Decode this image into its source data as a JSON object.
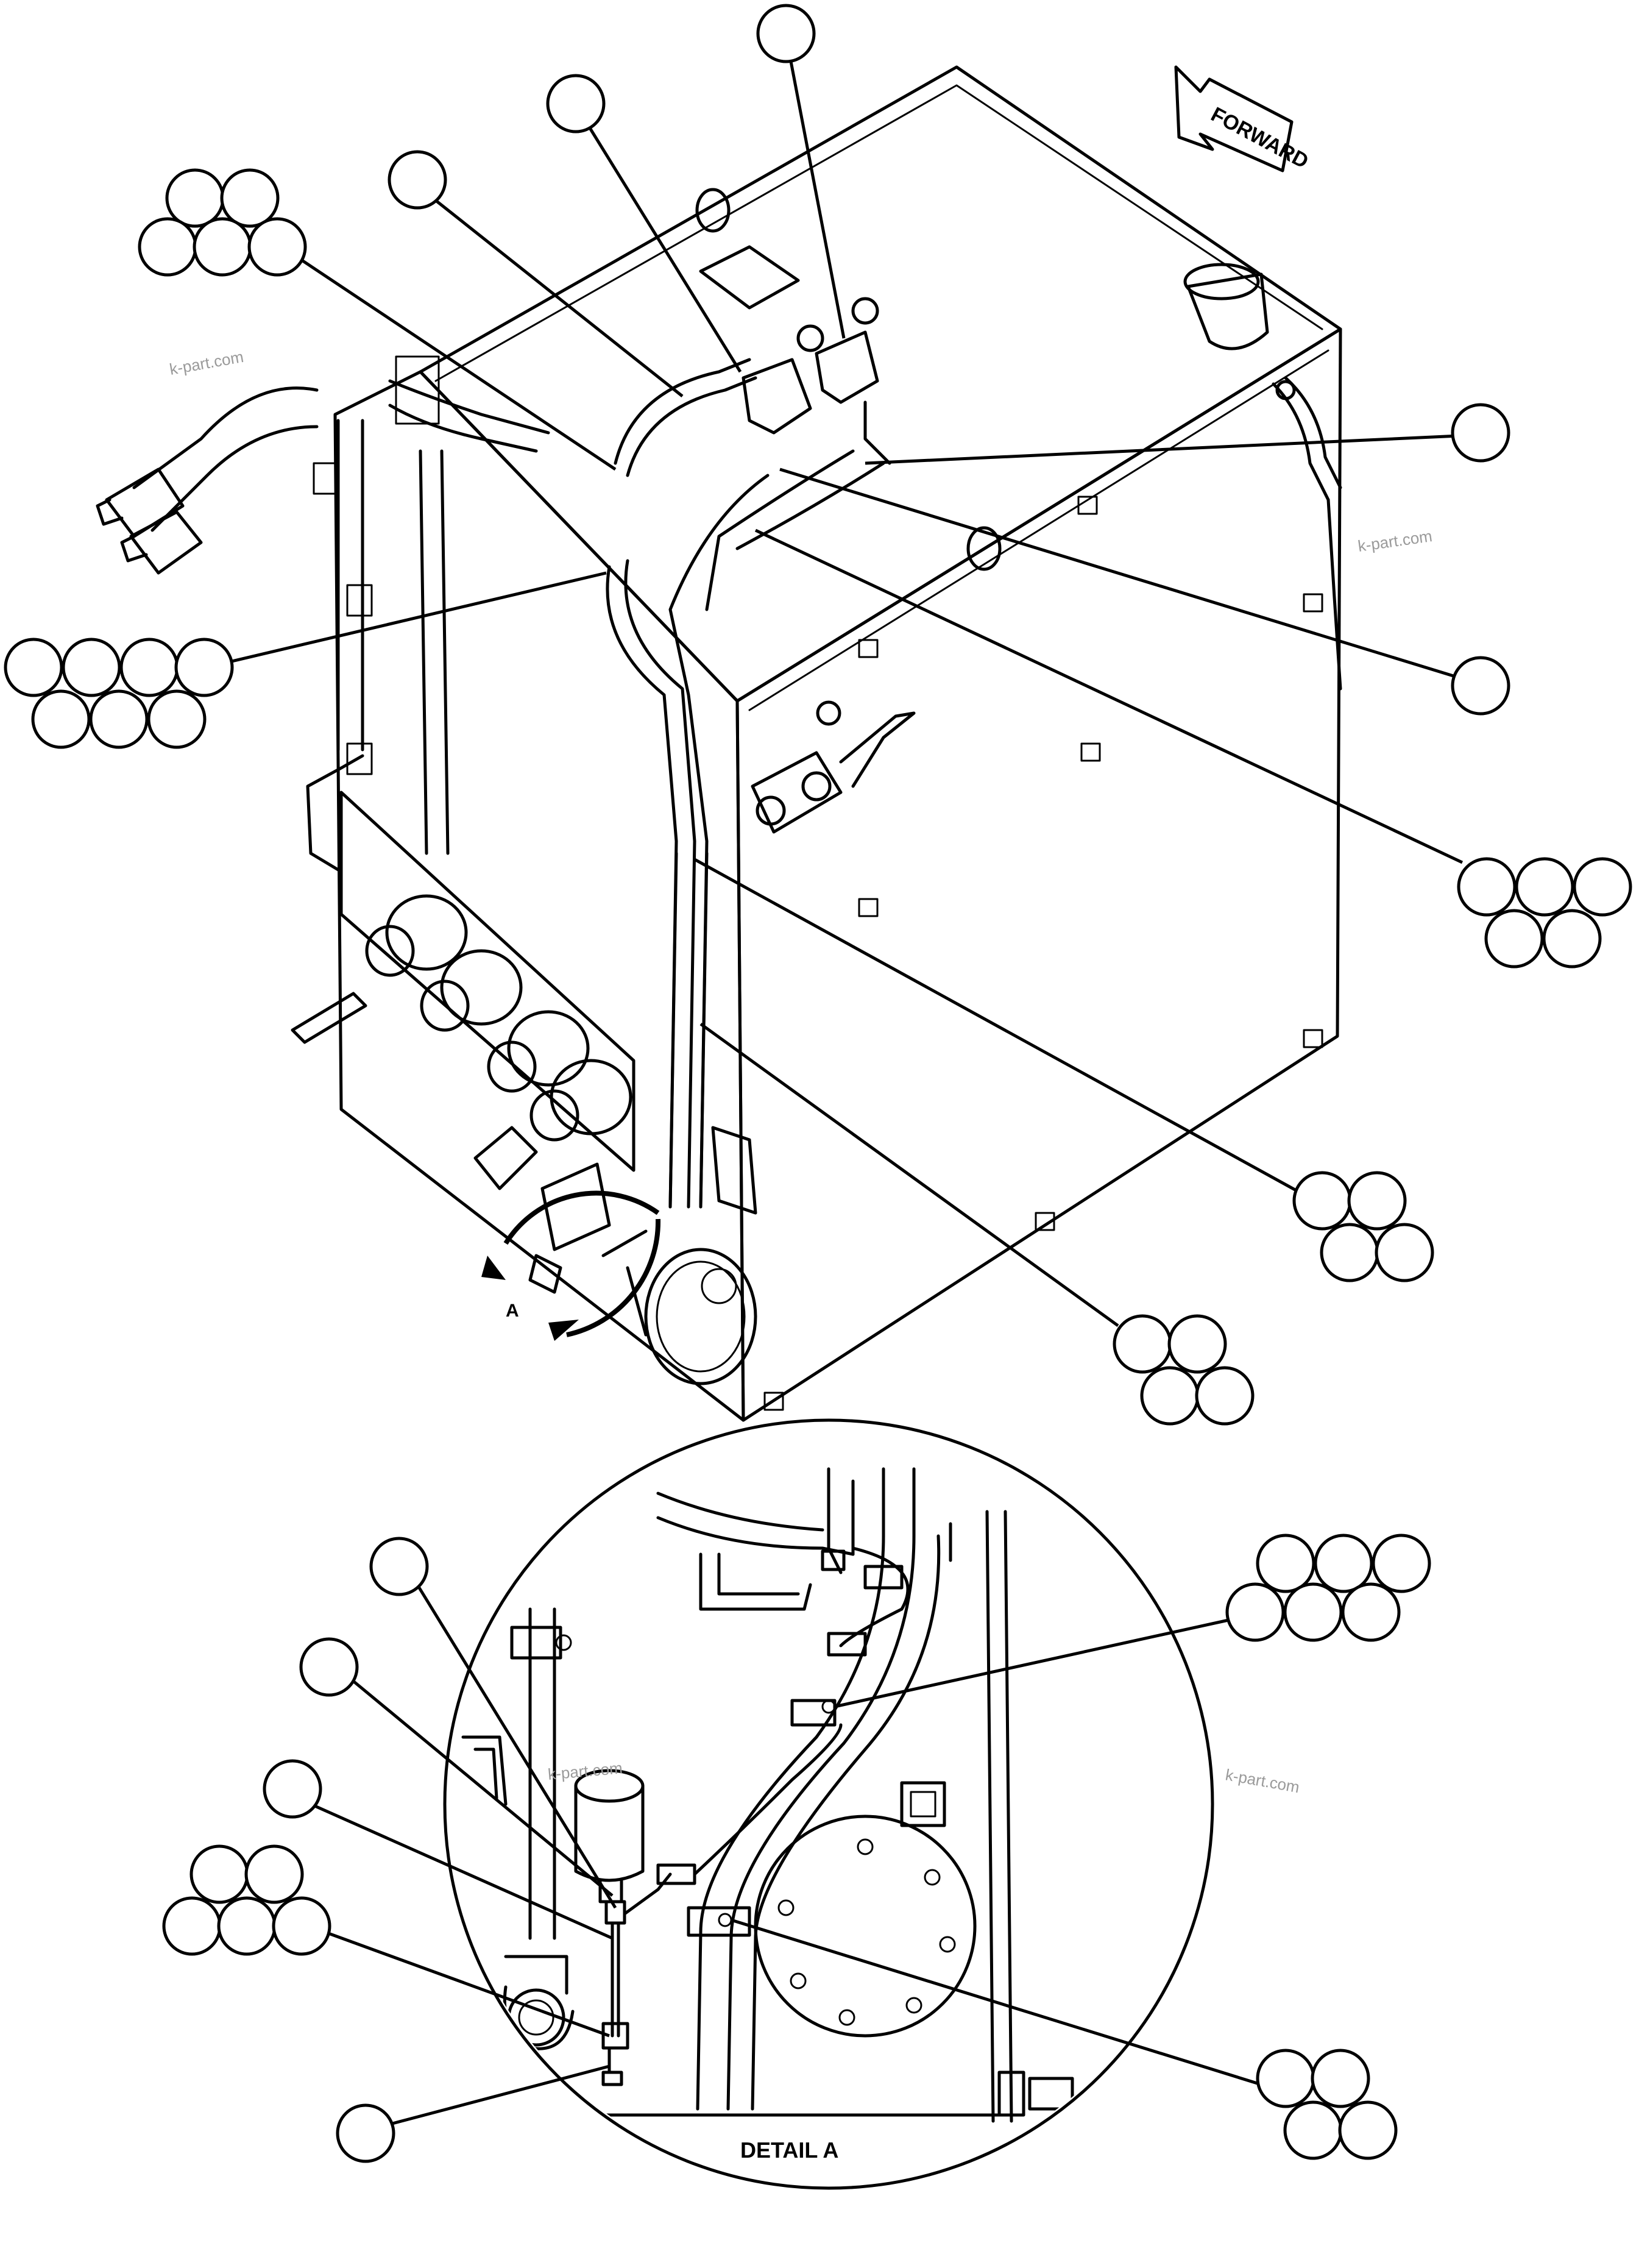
{
  "labels": {
    "forward": "FORWARD",
    "view_a": "A",
    "detail_title": "DETAIL A"
  },
  "watermarks": [
    "k-part.com",
    "k-part.com",
    "k-part.com",
    "k-part.com"
  ],
  "colors": {
    "line": "#000000",
    "background": "#ffffff",
    "watermark": "#9a9a9a"
  }
}
